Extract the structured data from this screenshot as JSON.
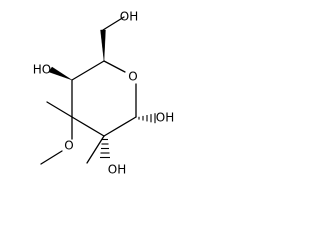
{
  "molecule": {
    "atom_labels": {
      "ch2oh": "OH",
      "c4_oh": "HO",
      "ring_o": "O",
      "c3_ome": "O",
      "c1_oh": "OH",
      "c2_oh": "OH"
    },
    "methyl_substituents": 3,
    "stereo_bonds": [
      "wedge",
      "wedge",
      "hash",
      "hash"
    ]
  }
}
